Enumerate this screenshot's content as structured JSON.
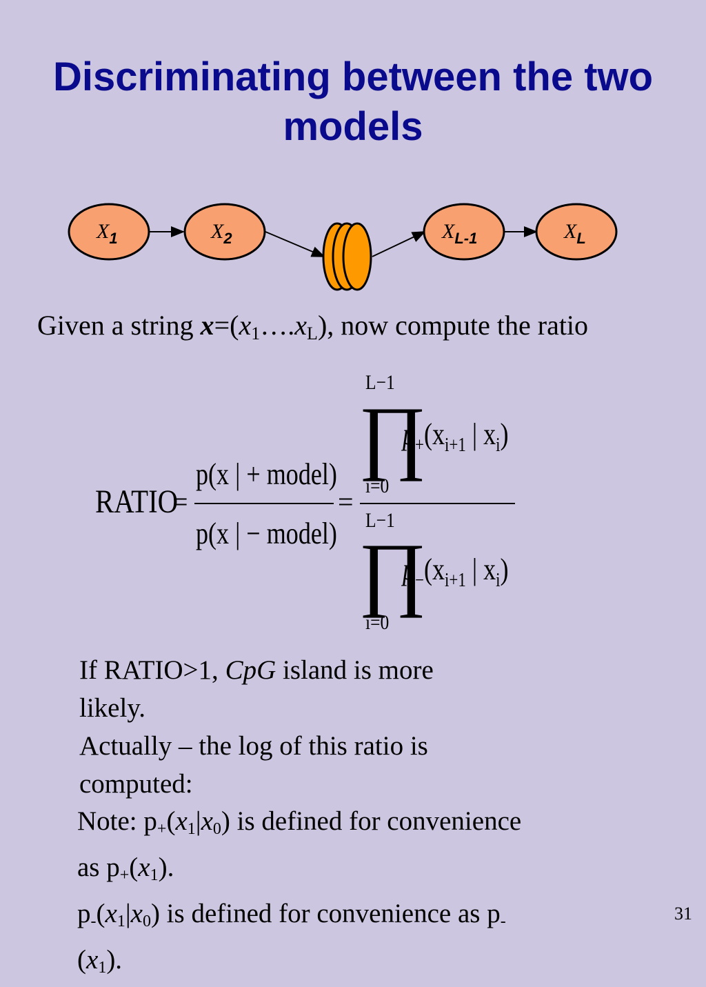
{
  "title": {
    "line1": "Discriminating between the two",
    "line2": "models"
  },
  "diagram": {
    "nodes": [
      {
        "symbol": "X",
        "subscript": "1"
      },
      {
        "symbol": "X",
        "subscript": "2"
      },
      {
        "symbol": "X",
        "subscript": "L-1"
      },
      {
        "symbol": "X",
        "subscript": "L"
      }
    ],
    "colors": {
      "node_fill": "#f9a070",
      "node_stroke": "#000000",
      "stack_fill": "#ff9900"
    }
  },
  "given": {
    "prefix": "Given a string ",
    "x_bold": "x",
    "eq_open": "=(",
    "x1": "x",
    "x1_sub": "1",
    "dots": "….",
    "xL": "x",
    "xL_sub": "L",
    "suffix": "), now compute the ratio"
  },
  "formula": {
    "ratio": "RATIO",
    "eq": "=",
    "num": "p(x | + model)",
    "den": "p(x | − model)",
    "upper_limit": "L−1",
    "lower_limit": "i=0",
    "prod_symbol": "∏",
    "term_plus": "p",
    "term_plus_sub": "+",
    "term_minus_sub": "−",
    "term_args": "(x",
    "term_args_sub1": "i+1",
    "term_mid": " | x",
    "term_args_sub2": "i",
    "term_close": ")"
  },
  "paragraphs": [
    {
      "part1": "If RATIO>1, ",
      "italic": "CpG",
      "part2": " island is more"
    },
    {
      "text": "likely."
    },
    {
      "text": "Actually – the log of this ratio is"
    },
    {
      "text": "computed:"
    }
  ],
  "note": {
    "l1_a": "Note: p",
    "l1_sub": "+",
    "l1_b": "(",
    "l1_x1": "x",
    "l1_x1sub": "1",
    "l1_bar": "|",
    "l1_x0": "x",
    "l1_x0sub": "0",
    "l1_c": ") is defined for convenience",
    "l2_a": "as p",
    "l2_sub": "+",
    "l2_b": "(",
    "l2_x": "x",
    "l2_xsub": "1",
    "l2_c": ").",
    "l3_a": "p",
    "l3_sub": "-",
    "l3_b": "(",
    "l3_x1": "x",
    "l3_x1sub": "1",
    "l3_bar": "|",
    "l3_x0": "x",
    "l3_x0sub": "0",
    "l3_c": ") is defined for convenience as p",
    "l3_sub2": "-",
    "l4_a": "(",
    "l4_x": "x",
    "l4_xsub": "1",
    "l4_c": ")."
  },
  "page_number": "31"
}
